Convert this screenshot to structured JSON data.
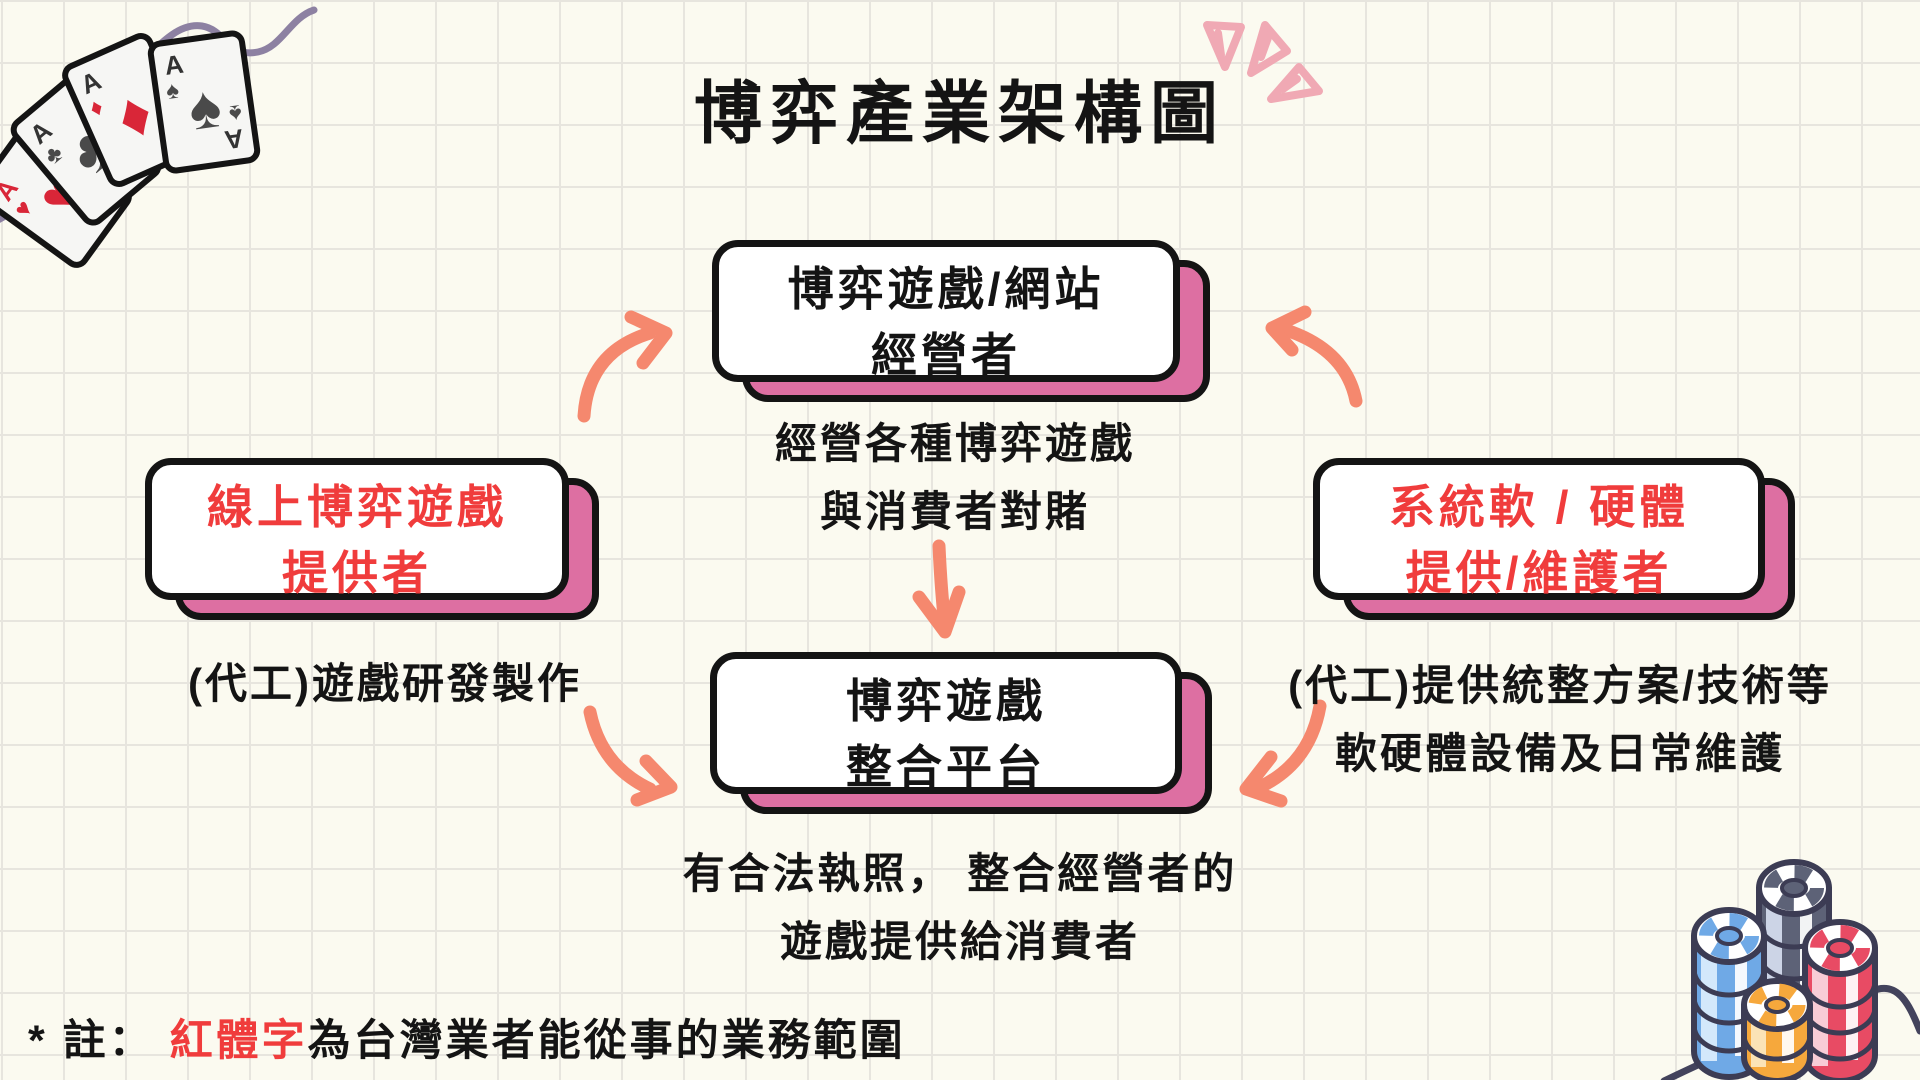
{
  "title": "博弈產業架構圖",
  "nodes": {
    "operator": {
      "line1": "博弈遊戲/網站",
      "line2": "經營者",
      "desc": [
        "經營各種博弈遊戲",
        "與消費者對賭"
      ],
      "text_color": "#141414"
    },
    "provider": {
      "line1": "線上博弈遊戲",
      "line2": "提供者",
      "desc": [
        "(代工)遊戲研發製作"
      ],
      "text_color": "#f03c3c"
    },
    "system": {
      "line1": "系統軟 / 硬體",
      "line2": "提供/維護者",
      "desc": [
        "(代工)提供統整方案/技術等",
        "軟硬體設備及日常維護"
      ],
      "text_color": "#f03c3c"
    },
    "platform": {
      "line1": "博弈遊戲",
      "line2": "整合平台",
      "desc": [
        "有合法執照， 整合經營者的",
        "遊戲提供給消費者"
      ],
      "text_color": "#141414"
    }
  },
  "note": {
    "marker": "* 註： ",
    "highlight": "紅體字",
    "rest": "為台灣業者能從事的業務範圍"
  },
  "icons": {
    "top_left": "playing-cards-four-aces",
    "top_right": "sparkle-triangles",
    "bottom_right": "poker-chip-stacks",
    "connectors": "curved-arrows"
  },
  "colors": {
    "background": "#fbfaf0",
    "grid_line": "#e7e5de",
    "box_fill": "#ffffff",
    "box_border": "#141414",
    "box_shadow_pink": "#dd6fa2",
    "red_text": "#f03c3c",
    "arrow_salmon": "#f5886e",
    "sparkle_pink": "#f0a9b4",
    "squiggle_purple": "#8d81a2",
    "squiggle_dark": "#43435c",
    "card_red_suit": "#d92638",
    "card_dark_suit": "#4a4a4a",
    "chip_blue": "#6fa9e6",
    "chip_gray": "#5d6277",
    "chip_red": "#e84b64",
    "chip_orange": "#f6a83c",
    "chip_outline": "#3c3c54"
  }
}
